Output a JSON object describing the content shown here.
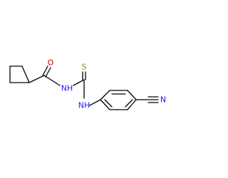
{
  "molecule": {
    "atoms": {
      "o_carbonyl": {
        "symbol": "O",
        "color": "#d40000"
      },
      "n_amide": {
        "symbol": "NH",
        "color": "#1a1aff"
      },
      "s_thione": {
        "symbol": "S",
        "color": "#8c8c00"
      },
      "n_aniline": {
        "symbol": "NH",
        "color": "#1a1aff"
      },
      "n_nitrile": {
        "symbol": "N",
        "color": "#1a1aff"
      }
    },
    "bond_color": "#000000"
  }
}
